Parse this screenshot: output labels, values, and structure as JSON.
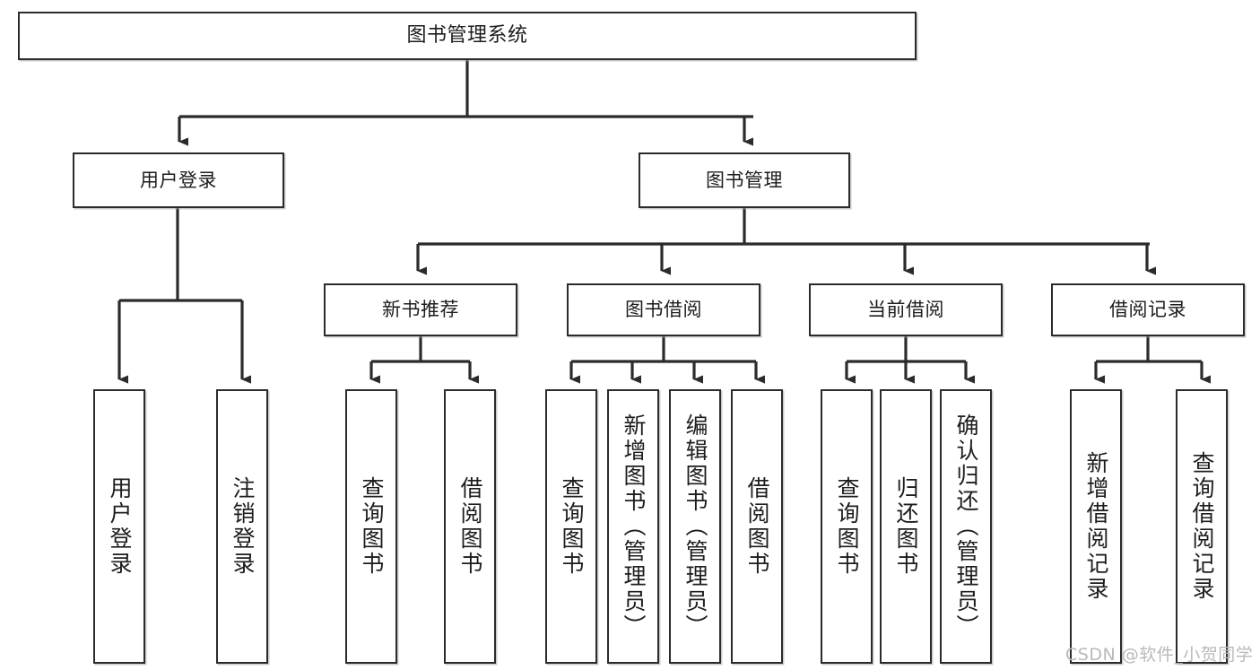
{
  "diagram": {
    "title": "图书管理系统",
    "type": "hierarchy-tree",
    "watermark": "CSDN @软件_小贺同学",
    "colors": {
      "box_border": "#2b2b2b",
      "box_fill": "#ffffff",
      "connector": "#2b2b2b",
      "text": "#1d1d1d",
      "watermark": "#b9b9b9",
      "background": "#ffffff"
    },
    "nodes": {
      "root": {
        "label": "图书管理系统"
      },
      "level2": [
        {
          "id": "user-login",
          "label": "用户登录"
        },
        {
          "id": "book-management",
          "label": "图书管理"
        }
      ],
      "level3": [
        {
          "id": "new-book-recommend",
          "label": "新书推荐"
        },
        {
          "id": "book-borrow",
          "label": "图书借阅"
        },
        {
          "id": "current-borrow",
          "label": "当前借阅"
        },
        {
          "id": "borrow-record",
          "label": "借阅记录"
        }
      ],
      "leaves": [
        {
          "id": "leaf-user-login",
          "label": "用户登录",
          "parent": "user-login"
        },
        {
          "id": "leaf-logout",
          "label": "注销登录",
          "parent": "user-login"
        },
        {
          "id": "leaf-query-book-1",
          "label": "查询图书",
          "parent": "new-book-recommend"
        },
        {
          "id": "leaf-borrow-book-1",
          "label": "借阅图书",
          "parent": "new-book-recommend"
        },
        {
          "id": "leaf-query-book-2",
          "label": "查询图书",
          "parent": "book-borrow"
        },
        {
          "id": "leaf-add-book",
          "label": "新增图书（管理员）",
          "parent": "book-borrow"
        },
        {
          "id": "leaf-edit-book",
          "label": "编辑图书（管理员）",
          "parent": "book-borrow"
        },
        {
          "id": "leaf-borrow-book-2",
          "label": "借阅图书",
          "parent": "book-borrow"
        },
        {
          "id": "leaf-query-book-3",
          "label": "查询图书",
          "parent": "current-borrow"
        },
        {
          "id": "leaf-return-book",
          "label": "归还图书",
          "parent": "current-borrow"
        },
        {
          "id": "leaf-confirm-return",
          "label": "确认归还（管理员）",
          "parent": "current-borrow"
        },
        {
          "id": "leaf-add-record",
          "label": "新增借阅记录",
          "parent": "borrow-record"
        },
        {
          "id": "leaf-query-record",
          "label": "查询借阅记录",
          "parent": "borrow-record"
        }
      ]
    }
  }
}
